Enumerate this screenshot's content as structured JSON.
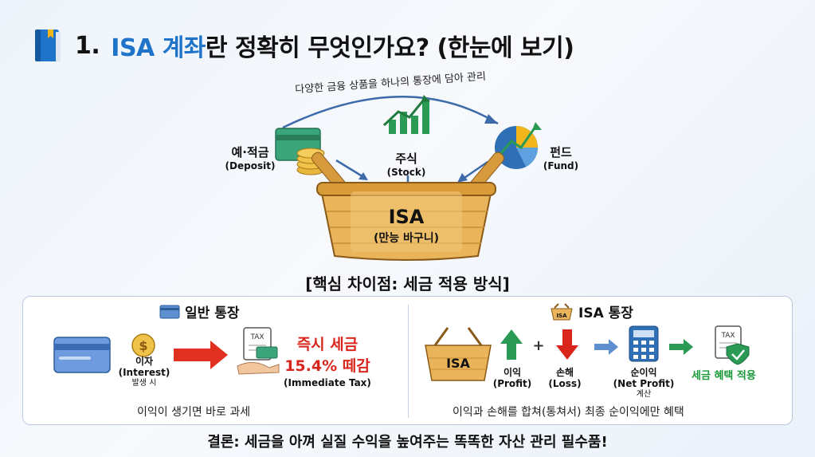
{
  "title": {
    "num": "1.",
    "accent": "ISA 계좌",
    "rest": "란 정확히 무엇인가요? (한눈에 보기)"
  },
  "diagram": {
    "arc_caption": "다양한 금융 상품을 하나의 통장에 담아 관리",
    "deposit": {
      "ko": "예·적금",
      "en": "(Deposit)"
    },
    "stock": {
      "ko": "주식",
      "en": "(Stock)"
    },
    "fund": {
      "ko": "펀드",
      "en": "(Fund)"
    },
    "basket": {
      "main": "ISA",
      "sub": "(만능 바구니)"
    }
  },
  "key_difference": "[핵심 차이점: 세금 적용 방식]",
  "general": {
    "title": "일반 통장",
    "interest_ko": "이자",
    "interest_en": "(Interest)",
    "interest_sub": "발생 시",
    "tax_line1": "즉시 세금",
    "tax_line2": "15.4% 떼감",
    "tax_en": "(Immediate Tax)",
    "tax_doc": "TAX",
    "note": "이익이 생기면 바로 과세"
  },
  "isa": {
    "title": "ISA 통장",
    "basket_label": "ISA",
    "icon_label": "ISA",
    "profit_ko": "이익",
    "profit_en": "(Profit)",
    "loss_ko": "손해",
    "loss_en": "(Loss)",
    "net_ko": "순이익",
    "net_en": "(Net Profit)",
    "net_sub": "계산",
    "benefit": "세금 혜택 적용",
    "tax_doc": "TAX",
    "plus": "+",
    "note": "이익과 손해를 합쳐(통쳐서) 최종 순이익에만 혜택"
  },
  "conclusion": "결론: 세금을 아껴 실질 수익을 높여주는 똑똑한 자산 관리 필수품!",
  "colors": {
    "accent": "#1f74c9",
    "red": "#d9261c",
    "green": "#1a9a3a",
    "basket": "#e9b45a"
  }
}
